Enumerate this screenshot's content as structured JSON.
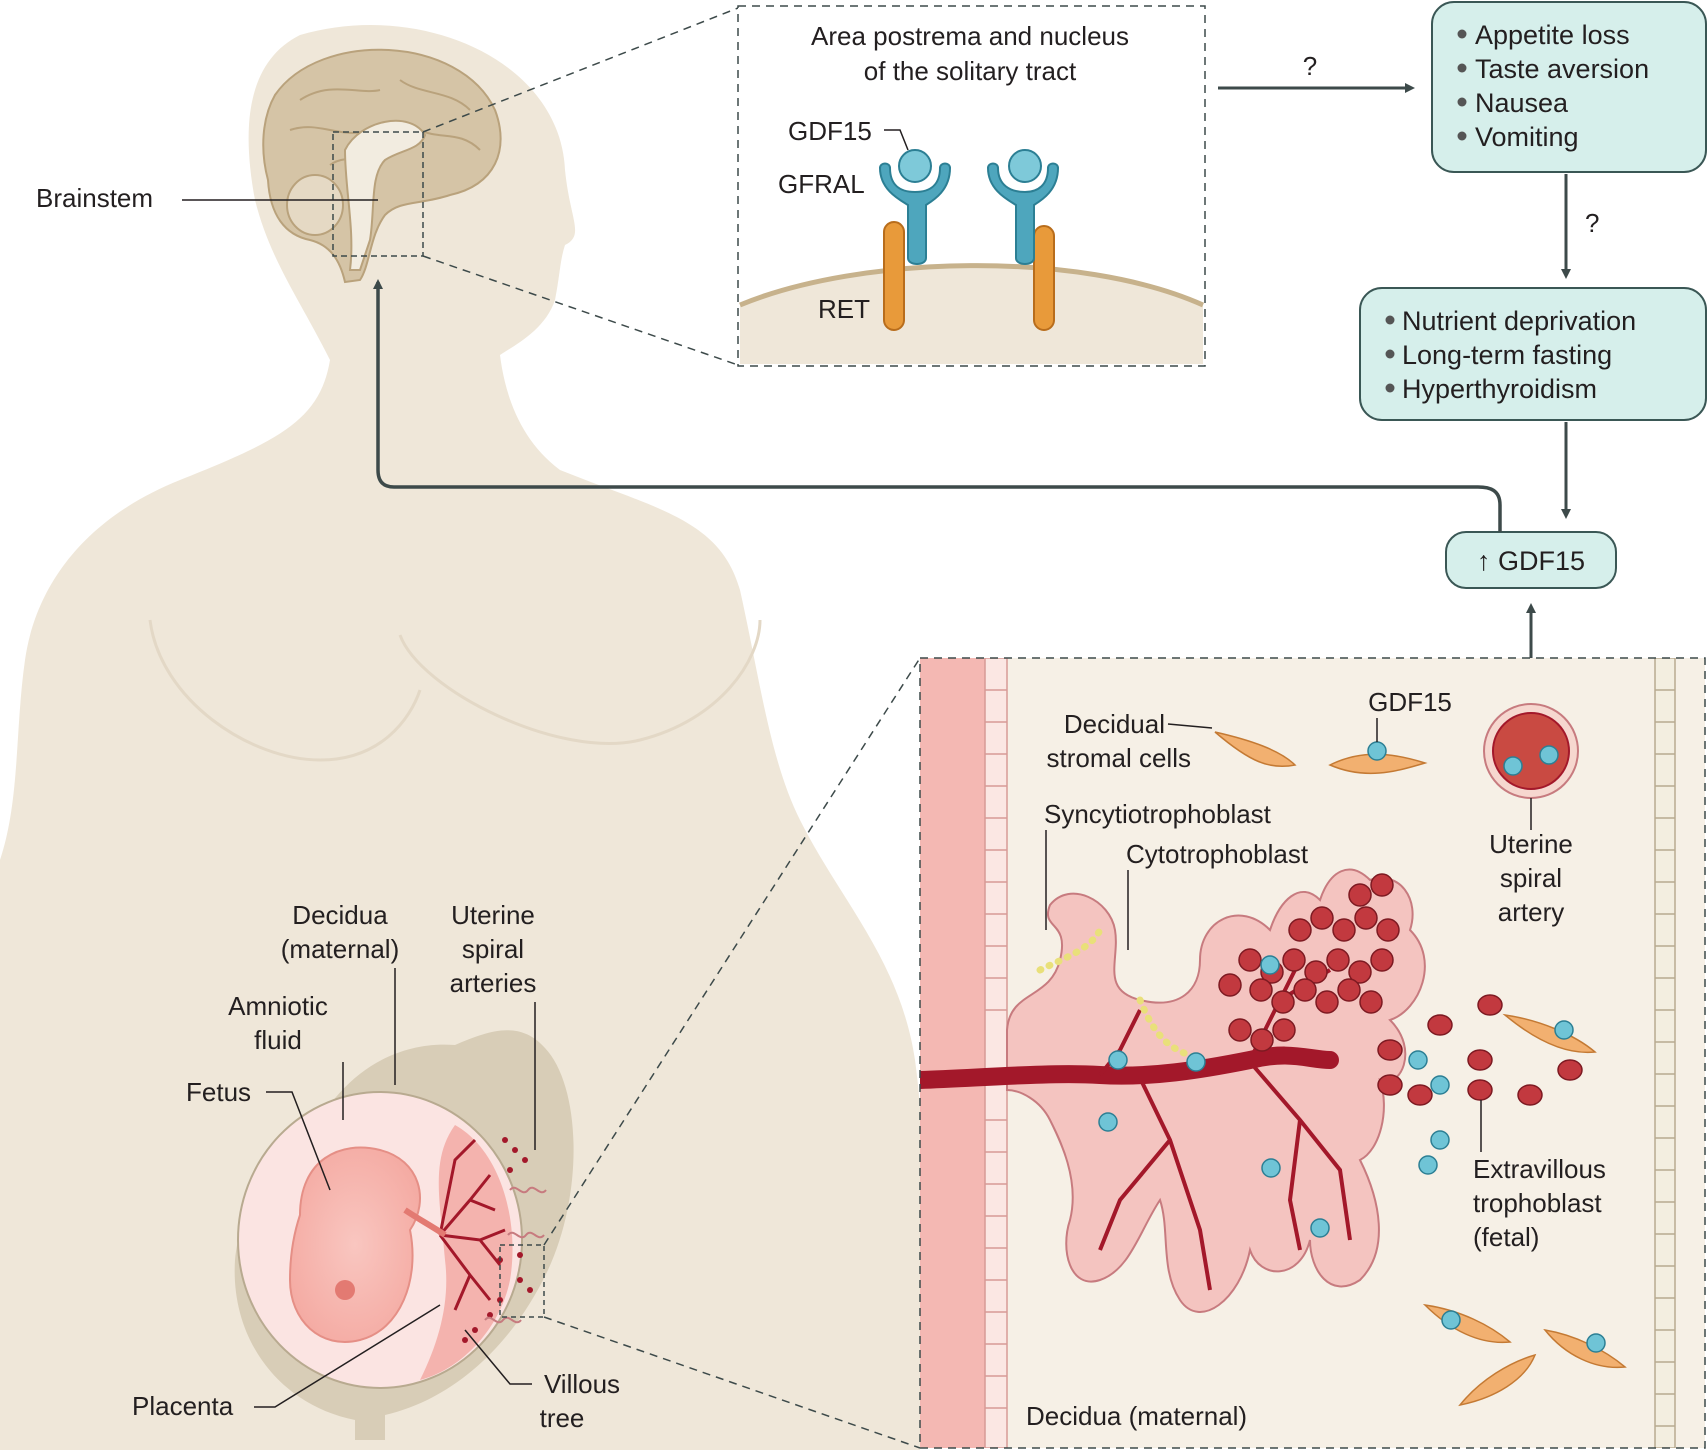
{
  "labels": {
    "brainstem": "Brainstem",
    "inset_title_line1": "Area postrema and nucleus",
    "inset_title_line2": "of the solitary tract",
    "gdf15_receptor": "GDF15",
    "gfral": "GFRAL",
    "ret": "RET",
    "question_1": "?",
    "question_2": "?",
    "decidua_maternal_1": "Decidua",
    "decidua_maternal_2": "(maternal)",
    "uterine_arteries_1": "Uterine",
    "uterine_arteries_2": "spiral",
    "uterine_arteries_3": "arteries",
    "amniotic_1": "Amniotic",
    "amniotic_2": "fluid",
    "fetus": "Fetus",
    "placenta": "Placenta",
    "villous_1": "Villous",
    "villous_2": "tree",
    "decidual_stromal_1": "Decidual",
    "decidual_stromal_2": "stromal cells",
    "gdf15_zoom": "GDF15",
    "syncytiotrophoblast": "Syncytiotrophoblast",
    "cytotrophoblast": "Cytotrophoblast",
    "uterine_spiral_artery_1": "Uterine",
    "uterine_spiral_artery_2": "spiral",
    "uterine_spiral_artery_3": "artery",
    "extravillous_1": "Extravillous",
    "extravillous_2": "trophoblast",
    "extravillous_3": "(fetal)",
    "decidua_bottom": "Decidua (maternal)"
  },
  "effects_box": [
    "Appetite loss",
    "Taste aversion",
    "Nausea",
    "Vomiting"
  ],
  "conditions_box": [
    "Nutrient deprivation",
    "Long-term fasting",
    "Hyperthyroidism"
  ],
  "gdf15_box": "↑ GDF15",
  "colors": {
    "body": "#efe7d9",
    "brain": "#d5c4a6",
    "box_fill": "#d6efeb",
    "box_stroke": "#3a5755",
    "arrow": "#3d4a4a",
    "receptor": "#4ea6bd",
    "ret": "#e89a3a",
    "artery": "#a3182a",
    "villus": "#f4c4c0",
    "rbc": "#c2393f",
    "yellow_cell": "#f4ec8c",
    "stromal": "#f2b070",
    "decidua_zoom_bg": "#f6f0e6",
    "wall": "#f4b8b3"
  }
}
